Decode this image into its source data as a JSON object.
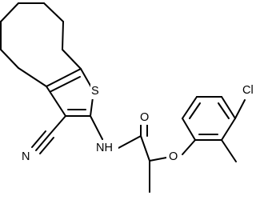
{
  "molecule": {
    "atom_labels": {
      "sulfur": "S",
      "nitrile_nitrogen": "N",
      "amide_nh": "NH",
      "carbonyl_oxygen": "O",
      "ether_oxygen": "O",
      "chlorine": "Cl"
    }
  }
}
